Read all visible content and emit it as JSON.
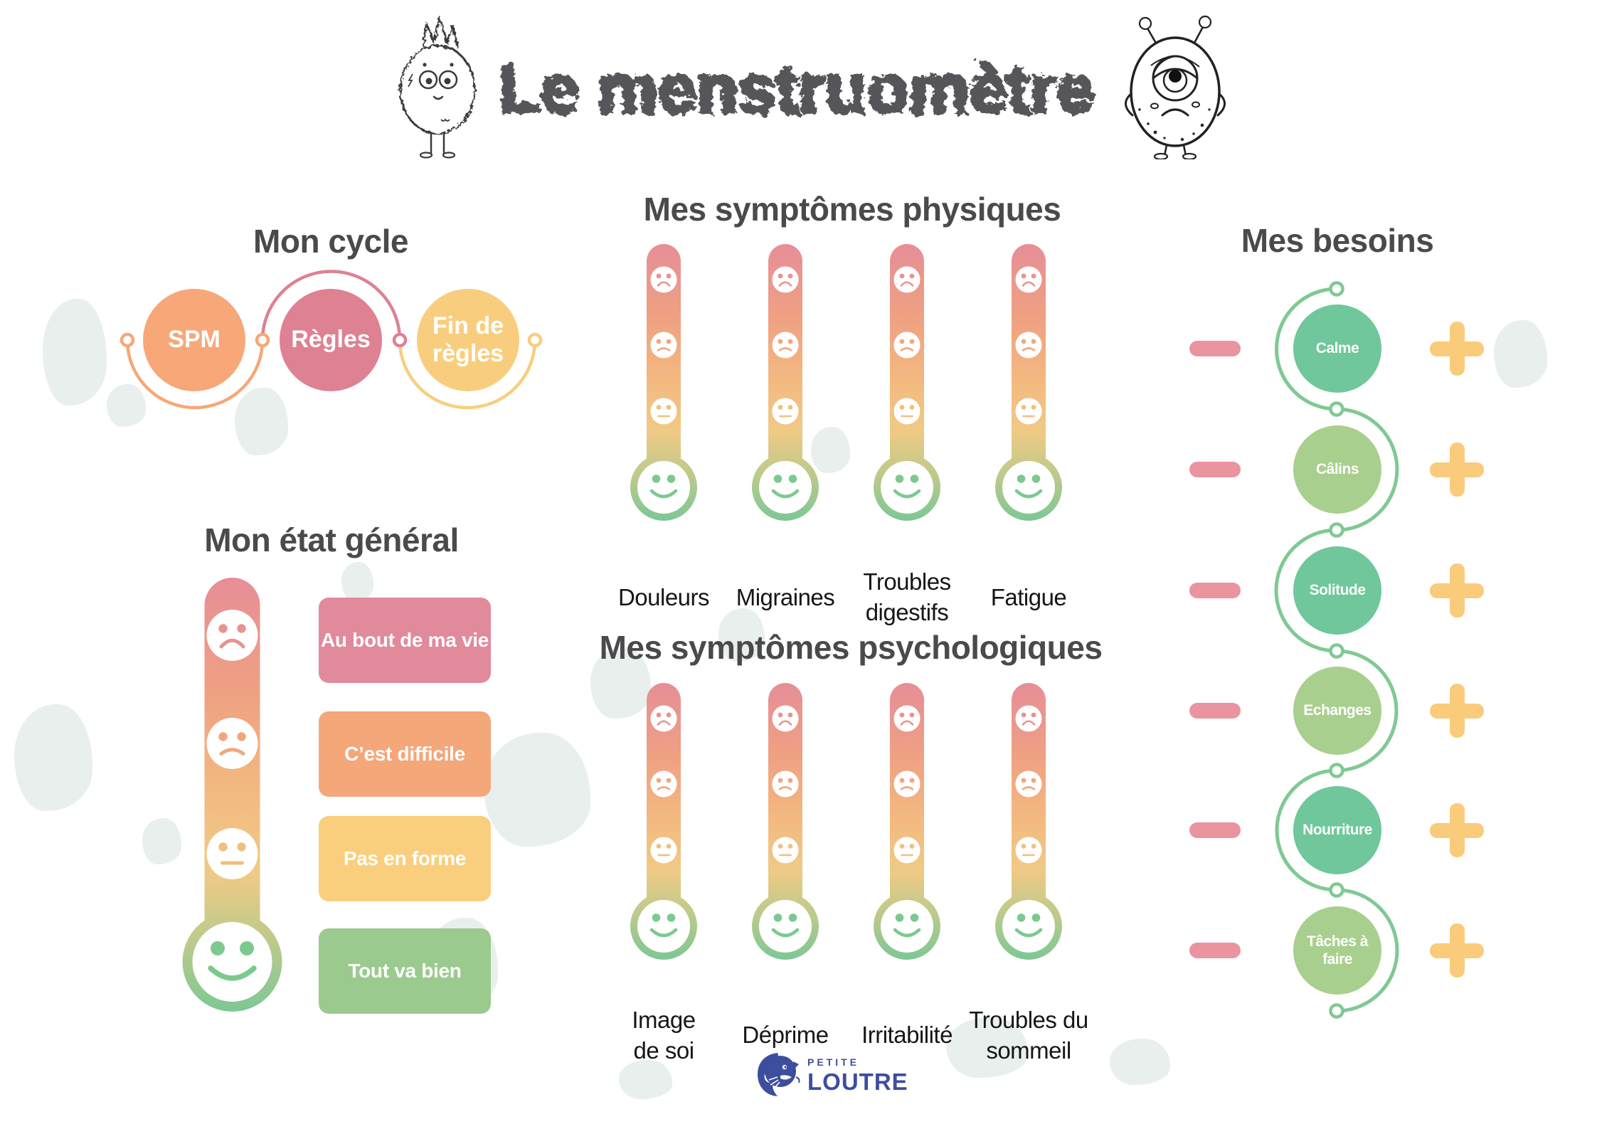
{
  "header": {
    "title": "Le menstruomètre"
  },
  "cycle": {
    "title": "Mon cycle",
    "items": [
      {
        "label": "SPM",
        "color": "#F7A778"
      },
      {
        "label": "Règles",
        "color": "#DE8193"
      },
      {
        "label": "Fin de\nrègles",
        "color": "#F8CE7E"
      }
    ]
  },
  "physical": {
    "title": "Mes symptômes physiques",
    "labels": [
      "Douleurs",
      "Migraines",
      "Troubles\ndigestifs",
      "Fatigue"
    ]
  },
  "general": {
    "title": "Mon état général",
    "levels": [
      {
        "label": "Au bout de ma vie",
        "color": "#E18A9C"
      },
      {
        "label": "C’est difficile",
        "color": "#F4A779"
      },
      {
        "label": "Pas en forme",
        "color": "#F9CE7D"
      },
      {
        "label": "Tout va bien",
        "color": "#9BCA8E"
      }
    ]
  },
  "psychological": {
    "title": "Mes symptômes psychologiques",
    "labels": [
      "Image\nde soi",
      "Déprime",
      "Irritabilité",
      "Troubles du\nsommeil"
    ]
  },
  "besoins": {
    "title": "Mes besoins",
    "items": [
      "Calme",
      "Câlins",
      "Solitude",
      "Echanges",
      "Nourriture",
      "Tâches à\nfaire"
    ],
    "minus_color": "#E9949F",
    "plus_color": "#F9CB7A",
    "circle_dark": "#6FC79B",
    "circle_light": "#A9CF8E"
  },
  "logo": {
    "top": "PETITE",
    "name": "LOUTRE",
    "color": "#3D4E9E"
  },
  "colors": {
    "thermo_top": "#E68E98",
    "thermo_orange": "#F3BA80",
    "thermo_green": "#7CC795",
    "curve_green": "#7FC992",
    "title_gray": "#56575A",
    "section_title": "#4A4A4D"
  }
}
